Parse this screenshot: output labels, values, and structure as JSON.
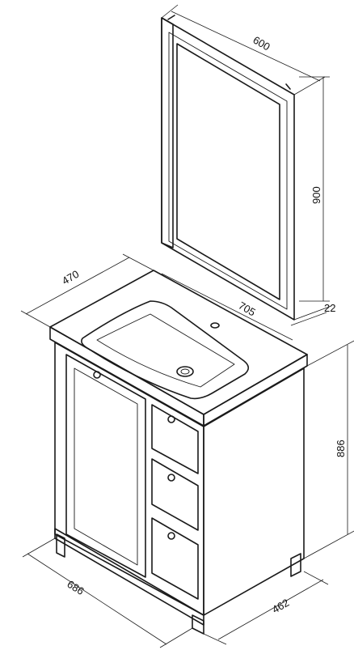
{
  "dimensions": {
    "mirror_width": "600",
    "mirror_height": "900",
    "mirror_depth": "22",
    "top_depth": "470",
    "top_width": "705",
    "cabinet_height": "886",
    "cabinet_width": "686",
    "cabinet_depth": "462"
  },
  "colors": {
    "line": "#1a1a1a",
    "background": "#ffffff"
  }
}
